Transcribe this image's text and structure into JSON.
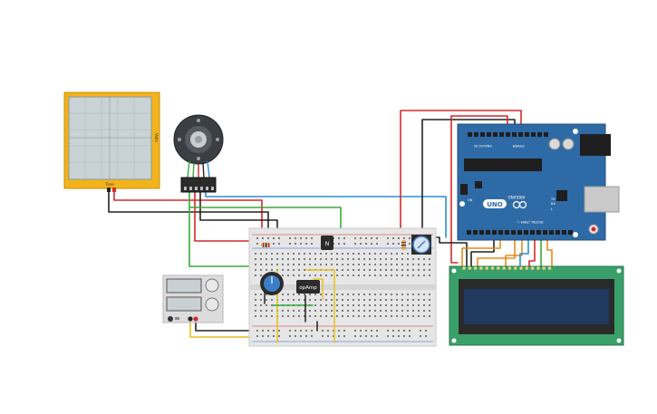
{
  "oscilloscope": {
    "side_label": "Volts",
    "bottom_label": "Time"
  },
  "components": {
    "transistor_label": "N",
    "opamp_label": "opAmp"
  },
  "arduino": {
    "brand_label": "UNO",
    "board_label": "ARDUINO",
    "analog_label": "ANALOG IN",
    "power_label": "POWER",
    "digital_label": "DIGITAL (PWM~)",
    "tx_label": "TX",
    "rx_label": "RX",
    "led_l_label": "L",
    "on_label": "ON"
  },
  "lcd": {
    "display_text": ""
  }
}
